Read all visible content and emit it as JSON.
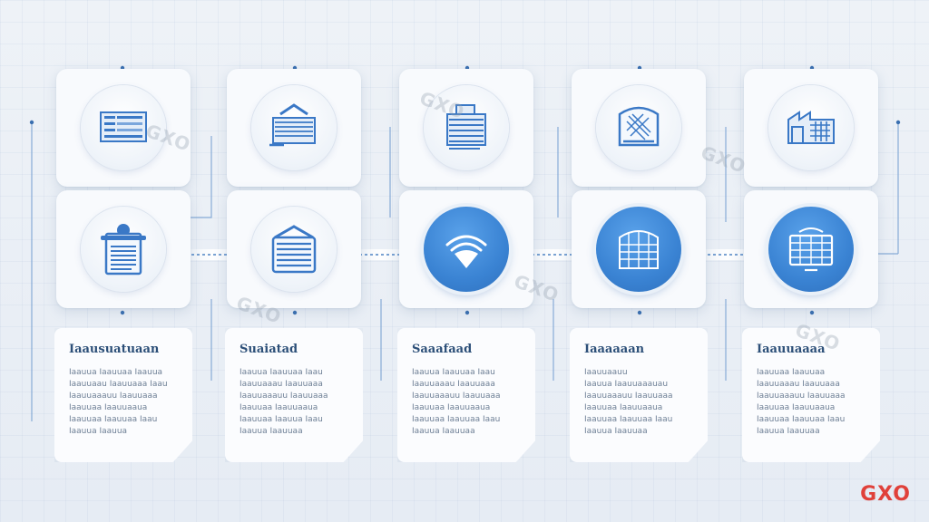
{
  "accent_color": "#3a83d3",
  "brand_color": "#e0413a",
  "brand": "GXO",
  "watermark": "GXO",
  "steps": [
    {
      "top_icon": "document-list-icon",
      "middle_icon": "clipboard-person-icon",
      "middle_style": "outline",
      "title": "Iaausuatuaan",
      "text": [
        "Iaauua Iaauuaa Iaauua",
        "Iaauuaau Iaauuaaa Iaau",
        "Iaauuaaauu Iaauuaaa",
        "Iaauuaa Iaauuaaua",
        "Iaauuaa Iaauuaa Iaau",
        "Iaauua Iaauua"
      ]
    },
    {
      "top_icon": "house-ledger-icon",
      "middle_icon": "stacked-files-icon",
      "middle_style": "outline",
      "title": "Suaiatad",
      "text": [
        "Iaauua Iaauuaa Iaau",
        "Iaauuaaau Iaauuaaa",
        "Iaauuaaauu Iaauuaaa",
        "Iaauuaa Iaauuaaua",
        "Iaauuaa Iaauua Iaau",
        "Iaauua Iaauuaa"
      ]
    },
    {
      "top_icon": "stacked-boxes-icon",
      "middle_icon": "wifi-signal-icon",
      "middle_style": "filled",
      "title": "Saaafaad",
      "text": [
        "Iaauua Iaauuaa Iaau",
        "Iaauuaaau Iaauuaaa",
        "Iaauuaaauu Iaauuaaa",
        "Iaauuaa Iaauuaaua",
        "Iaauuaa Iaauuaa Iaau",
        "Iaauua Iaauuaa"
      ]
    },
    {
      "top_icon": "warehouse-map-icon",
      "middle_icon": "container-icon",
      "middle_style": "filled",
      "title": "Iaaaaaan",
      "text": [
        "Iaauuaauu",
        "Iaauua Iaauuaaauau",
        "Iaauuaaauu Iaauuaaa",
        "Iaauuaa Iaauuaaua",
        "Iaauuaa Iaauuaa Iaau",
        "Iaauua Iaauuaa"
      ]
    },
    {
      "top_icon": "factory-building-icon",
      "middle_icon": "monitor-grid-icon",
      "middle_style": "filled",
      "title": "Iaauuaaaa",
      "text": [
        "Iaauuaa Iaauuaa",
        "Iaauuaaau Iaauuaaa",
        "Iaauuaaauu Iaauuaaa",
        "Iaauuaa Iaauuaaua",
        "Iaauuaa Iaauuaa Iaau",
        "Iaauua Iaauuaa"
      ]
    }
  ]
}
